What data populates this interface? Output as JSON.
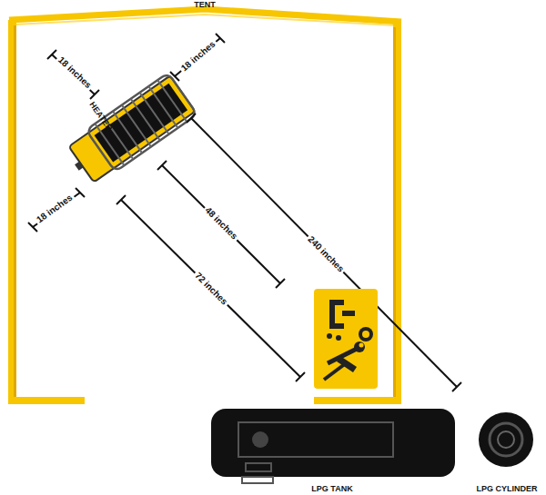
{
  "diagram": {
    "nodes": [
      {
        "text": [
          "TENT"
        ]
      },
      {
        "text": [
          "HEATER"
        ],
        "in": 0
      },
      {
        "text": [
          "LPG TANK"
        ]
      },
      {
        "text": [
          "LPG CYLINDER"
        ]
      }
    ],
    "labels": [
      "18 inches",
      "18 inches",
      "18 inches",
      "48 inches",
      "72 inches",
      "240 inches"
    ]
  }
}
